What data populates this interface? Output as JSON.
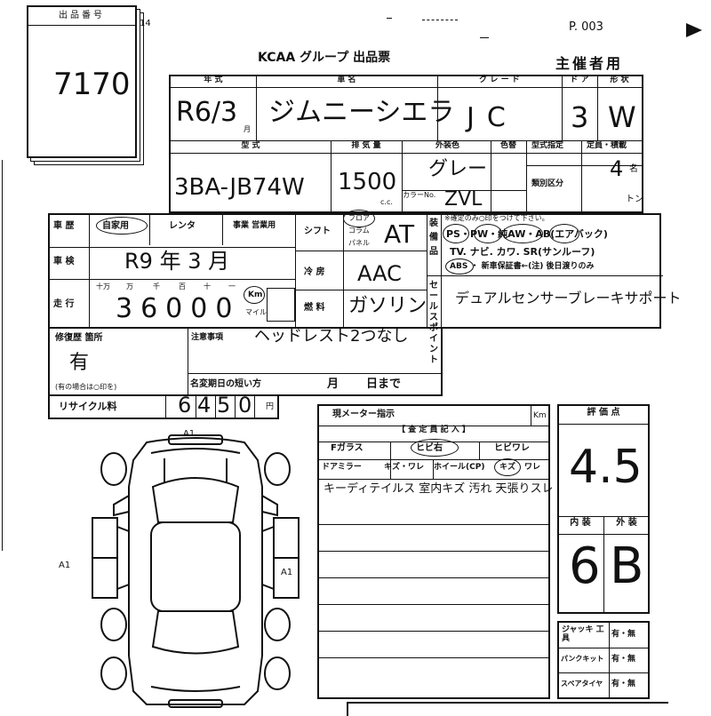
{
  "lot_box": {
    "label": "出品番号",
    "number": "7170"
  },
  "page_no": "P. 003",
  "header": {
    "title": "KCAA グループ 出品票",
    "organizer": "主催者用"
  },
  "frag_14": "14",
  "row1": {
    "year_label": "年 式",
    "name_label": "車 名",
    "grade_label": "グ レ ー ド",
    "door_label": "ド ア",
    "shape_label": "形 状",
    "year_value": "R6/3",
    "month_unit": "月",
    "name_value": "ジムニーシエラ",
    "grade_value": "JC",
    "door_value": "3",
    "shape_value": "W"
  },
  "row2": {
    "model_label": "型 式",
    "disp_label": "排 気 量",
    "color_label": "外装色",
    "color2_label": "色替",
    "spec_label": "型式指定",
    "cap_label": "定員・積載",
    "class_label": "類別区分",
    "cc_unit": "c.c.",
    "colorno_label": "カラーNo.",
    "person_unit": "名",
    "ton_unit": "トン",
    "model_value": "3BA-JB74W",
    "disp_value": "1500",
    "color_value": "グレー",
    "colorno_value": "ZVL",
    "cap_value": "4"
  },
  "block3": {
    "history_label": "車 歴",
    "private": "自家用",
    "rental": "レンタ",
    "business": "事業 営業用",
    "inspection_label": "車 検",
    "inspection_value": "R9 年 3 月",
    "mileage_label": "走 行",
    "mileage_units": [
      "十万",
      "万",
      "千",
      "百",
      "十",
      "一"
    ],
    "mileage_value": "36000",
    "km": "Km",
    "mile": "マイル",
    "shift_label": "シフト",
    "floor": "フロア",
    "column": "コラム",
    "panel": "パネル",
    "shift_value": "AT",
    "ac_label": "冷 房",
    "ac_value": "AAC",
    "fuel_label": "燃 料",
    "fuel_value": "ガソリン",
    "equip_label": "装備品",
    "equip_note": "※確定のみ○印をつけて下さい。",
    "equip_line1": "PS・PW・純AW・AB(エアバック)",
    "equip_line2": "TV. ナビ. カワ. SR(サンルーフ)",
    "equip_line3": "ABS ・ 新車保証書←(注) 後日渡りのみ",
    "sales_label": "セールスポイント",
    "sales_value": "デュアルセンサーブレーキサポート"
  },
  "block4": {
    "repair_label": "修復歴 箇所",
    "repair_value": "有",
    "repair_note": "(有の場合は○印を)",
    "notes_label": "注意事項",
    "notes_value": "ヘッドレスト2つなし",
    "transfer_label": "名変期日の短い方",
    "month": "月",
    "day": "日まで"
  },
  "recycle": {
    "label": "リサイクル料",
    "digits": [
      "6",
      "4",
      "5",
      "0"
    ],
    "unit": "円"
  },
  "inspection": {
    "meter_label": "現メーター指示",
    "km": "Km",
    "inspector_label": "【 査 定 員 記 入 】",
    "glass_label": "Fガラス",
    "glass_chip": "ヒビ右",
    "glass_crack": "ヒビワレ",
    "mirror_label": "ドアミラー",
    "mirror_value": "キズ・ワレ",
    "wheel_label": "ホイール(CP)",
    "wheel_scratch": "キズ",
    "wheel_crack": "ワレ",
    "comment": "キーディテイルス 室内キズ 汚れ 天張りスレ"
  },
  "scores": {
    "eval_label": "評 価 点",
    "eval_value": "4.5",
    "interior_label": "内 装",
    "exterior_label": "外 装",
    "interior_value": "6",
    "exterior_value": "B"
  },
  "equipment": [
    {
      "label": "ジャッキ 工 具",
      "value": "有・無"
    },
    {
      "label": "パンクキット",
      "value": "有・無"
    },
    {
      "label": "スペアタイヤ",
      "value": "有・無"
    }
  ],
  "diagram": {
    "mark_top": "A1",
    "mark_left": "A1",
    "mark_right": "A1"
  }
}
